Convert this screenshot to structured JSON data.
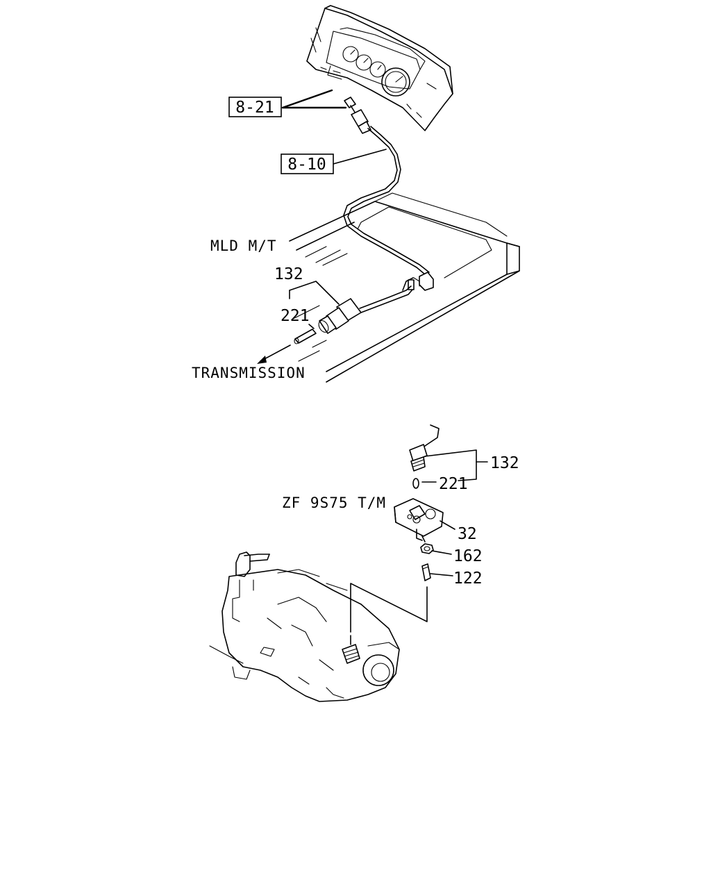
{
  "top_view": {
    "ref_instrument": "8-21",
    "ref_harness": "8-10",
    "variant": "MLD M/T",
    "part_sensor": "132",
    "part_oring": "221",
    "direction": "TRANSMISSION"
  },
  "bottom_view": {
    "variant": "ZF 9S75 T/M",
    "part_sensor": "132",
    "part_oring": "221",
    "part_bracket": "32",
    "part_nut": "162",
    "part_stud": "122"
  }
}
